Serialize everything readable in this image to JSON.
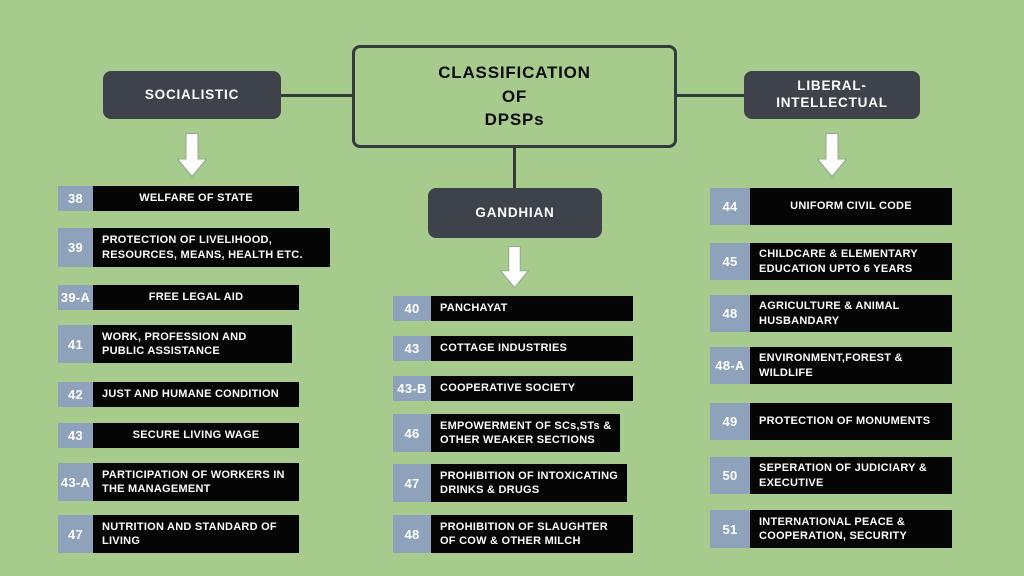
{
  "title": {
    "line1": "CLASSIFICATION",
    "line2": "OF",
    "line3": "DPSPs"
  },
  "colors": {
    "background": "#a7ca8d",
    "category_box": "#3e434b",
    "number_badge": "#8ea3bb",
    "item_bar": "#050505",
    "connector_line": "#333d37",
    "arrow_fill": "#ffffff"
  },
  "branches": [
    {
      "label": "SOCIALISTIC",
      "items": [
        {
          "num": "38",
          "label": "WELFARE OF STATE"
        },
        {
          "num": "39",
          "label": "PROTECTION OF LIVELIHOOD, RESOURCES, MEANS, HEALTH ETC."
        },
        {
          "num": "39-A",
          "label": "FREE LEGAL AID"
        },
        {
          "num": "41",
          "label": "WORK, PROFESSION AND PUBLIC ASSISTANCE"
        },
        {
          "num": "42",
          "label": "JUST AND HUMANE CONDITION"
        },
        {
          "num": "43",
          "label": "SECURE LIVING WAGE"
        },
        {
          "num": "43-A",
          "label": "PARTICIPATION OF WORKERS IN THE MANAGEMENT"
        },
        {
          "num": "47",
          "label": "NUTRITION AND STANDARD OF LIVING"
        }
      ]
    },
    {
      "label": "GANDHIAN",
      "items": [
        {
          "num": "40",
          "label": "PANCHAYAT"
        },
        {
          "num": "43",
          "label": "COTTAGE INDUSTRIES"
        },
        {
          "num": "43-B",
          "label": "COOPERATIVE SOCIETY"
        },
        {
          "num": "46",
          "label": "EMPOWERMENT OF SCs,STs & OTHER WEAKER SECTIONS"
        },
        {
          "num": "47",
          "label": "PROHIBITION OF INTOXICATING DRINKS & DRUGS"
        },
        {
          "num": "48",
          "label": "PROHIBITION OF SLAUGHTER OF COW & OTHER MILCH"
        }
      ]
    },
    {
      "label_line1": "LIBERAL-",
      "label_line2": "INTELLECTUAL",
      "items": [
        {
          "num": "44",
          "label": "UNIFORM CIVIL CODE"
        },
        {
          "num": "45",
          "label": "CHILDCARE & ELEMENTARY EDUCATION UPTO 6 YEARS"
        },
        {
          "num": "48",
          "label": "AGRICULTURE & ANIMAL HUSBANDARY"
        },
        {
          "num": "48-A",
          "label": "ENVIRONMENT,FOREST & WILDLIFE"
        },
        {
          "num": "49",
          "label": "PROTECTION OF MONUMENTS"
        },
        {
          "num": "50",
          "label": "SEPERATION OF JUDICIARY & EXECUTIVE"
        },
        {
          "num": "51",
          "label": "INTERNATIONAL PEACE & COOPERATION, SECURITY"
        }
      ]
    }
  ]
}
